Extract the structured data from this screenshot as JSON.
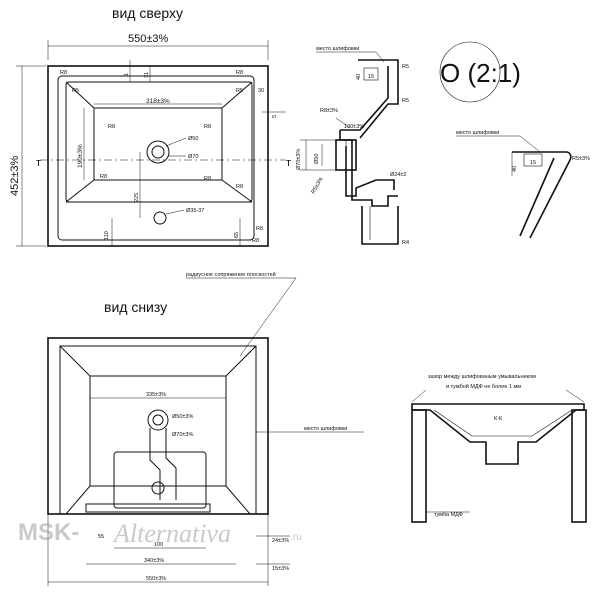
{
  "views": {
    "top_title": "вид сверху",
    "bottom_title": "вид снизу",
    "detail_title": "О (2:1)"
  },
  "top_view": {
    "width": "550±3%",
    "height": "452±3%",
    "inner_width": "318±3%",
    "inner_height": "190±3%",
    "dim_1": "1",
    "dim_31": "31",
    "dim_5": "5",
    "dim_30": "30",
    "r8_a": "R8",
    "r8_b": "R8",
    "r8_c": "R8",
    "r8_d": "R8",
    "r5_a": "R5",
    "r5_b": "R5",
    "r8_e": "R8",
    "r8_f": "R8",
    "r8_g": "R8",
    "r8_h": "R8",
    "r8_i": "R8",
    "drain_50": "Ø50",
    "drain_70": "Ø70",
    "tap_hole": "Ø35-37",
    "dim_225": "225",
    "dim_110": "110",
    "dim_65": "65",
    "section_mark_a": "т",
    "section_mark_b": "т"
  },
  "section": {
    "grinding_label": "место шлифовки",
    "r5_top": "R5",
    "r5_side": "R5",
    "dim_40": "40",
    "dim_15": "15",
    "r8": "R8±3%",
    "width_100": "100±3%",
    "d_70": "Ø70±3%",
    "d_50": "Ø50",
    "d_24": "Ø24±2",
    "r5_bottom": "R5±3%",
    "r4": "R4"
  },
  "detail": {
    "grinding_label": "место шлифовки",
    "r5": "R5±3%",
    "dim_40": "40",
    "dim_15": "15"
  },
  "bottom_view": {
    "radius_note": "радиусное сопряжение плоскостей",
    "grinding_label": "место шлифовки",
    "dim_335": "335±3%",
    "dim_d50": "Ø50±3%",
    "dim_d70": "Ø70±3%",
    "dim_55": "55",
    "dim_100": "100",
    "dim_340": "340±3%",
    "dim_550": "550±3%",
    "dim_24": "24±3%",
    "dim_15": "15±3%"
  },
  "install": {
    "gap_note_1": "зазор между шлифованым умывальником",
    "gap_note_2": "и тумбой МДФ не более 1 мм",
    "section_label": "К-К",
    "cabinet_label": "тумба МДФ"
  },
  "watermark": {
    "left": "MSK-",
    "script": "Alternativa",
    "suffix": ".ru"
  }
}
